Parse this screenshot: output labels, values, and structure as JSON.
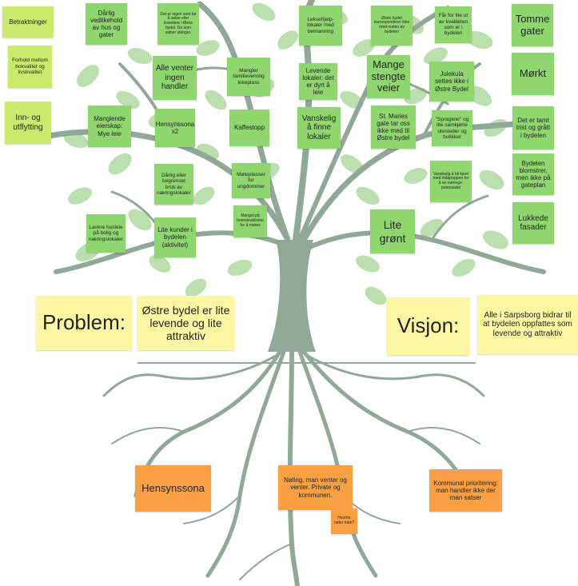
{
  "left_column": {
    "n1": "Betraktninger",
    "n2": "Forhold mellom bokvalitet og livskvalitet",
    "n3": "Inn- og utflytting"
  },
  "canopy_left": {
    "n1": "Dårlig vedlikehold av hus og gater",
    "n2": "Det er ingen som tar å satse eller investere i Østre bydel. De som satser stenger.",
    "n3": "Alle venter ingen handler",
    "n4": "Mangler familievennlig lekeplass",
    "n5": "Manglende eierskap: Mye leie",
    "n6": "Hensynssona x2",
    "n7": "Kaffestopp",
    "n8": "Dårlig eller begrenset bruk av næringslokaler",
    "n9": "Møteplasser for ungdommer",
    "n10": "Lavere husleie på bolig og næringslokaler",
    "n11": "Lite kunder i bydelen (aktivitet)",
    "n12": "Mangel på boendeaktivitet for å møtes"
  },
  "canopy_center": {
    "n1": "Leksehjelp-lokaler med bemanning",
    "n2": "Levende lokaler: det er dyrt å leie",
    "n3": "Vanskelig å finne lokaler"
  },
  "canopy_right": {
    "n1": "Østre bydel korresponderer ikke med resten av bydelen",
    "n2": "Får for lite ut av kvaliteten som er i bydelen",
    "n3": "Mange stengte veier",
    "n4": "Julekula settes ikke i Østre Bydel",
    "n5": "St. Maries gate tar oss ikke med til Østre bydel",
    "n6": "\"Spraglete\" og lite samkjørte utesteder og butikker",
    "n7": "Vanskelig å bli kjent med målgruppen for å se nærings-potensialet",
    "n8": "Lite grønt"
  },
  "right_column": {
    "n1": "Tomme gater",
    "n2": "Mørkt",
    "n3": "Det er tamt trist og grått i bydelen",
    "n4": "Bydelen blomstrer, men ikke på gateplan",
    "n5": "Lukkede fasader"
  },
  "middle": {
    "problem_label": "Problem:",
    "problem_text": "Østre bydel er lite levende og lite attraktiv",
    "vision_label": "Visjon:",
    "vision_text": "Alle i Sarpsborg bidrar til at bydelen oppfattes som levende og attraktiv"
  },
  "roots": {
    "n1": "Hensynssona",
    "n2": "Nøling, man venter og venter. Private og kommunen.",
    "n3": "Hvorfor nøler man?",
    "n4": "Kommunal prioritering: man handler ikke der man satser"
  },
  "colors": {
    "tree": "#8fa897",
    "leaf": "#b4dca6",
    "note_green": "#8fd66f",
    "note_lime": "#cbe96a",
    "note_yellow": "#fdf7a3",
    "note_orange": "#f9a142"
  }
}
